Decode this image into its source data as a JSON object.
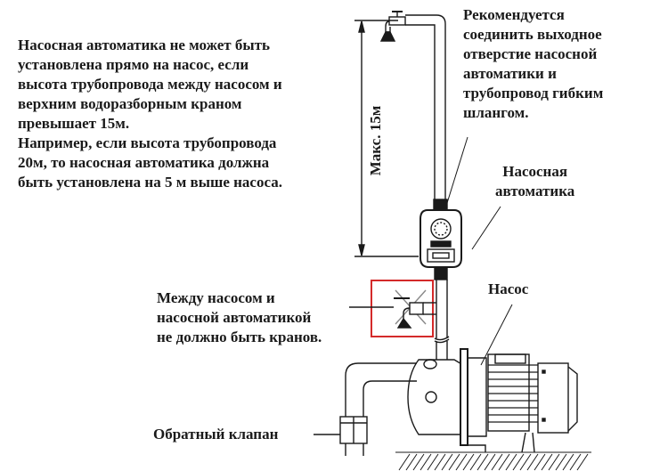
{
  "notes": {
    "main": [
      "Насосная автоматика не может быть",
      "установлена прямо на насос, если",
      "высота трубопровода между насосом и",
      "верхним водоразборным краном",
      "превышает 15м.",
      "Например, если высота трубопровода",
      "20м, то насосная автоматика должна",
      "быть установлена на 5 м выше насоса."
    ],
    "recommendation": [
      "Рекомендуется",
      "соединить выходное",
      "отверстие насосной",
      "автоматики и",
      "трубопровод гибким",
      "шлангом."
    ],
    "no_taps": [
      "Между насосом и",
      "насосной автоматикой",
      "не должно быть кранов."
    ]
  },
  "labels": {
    "controller": [
      "Насосная",
      "автоматика"
    ],
    "pump": "Насос",
    "check_valve": "Обратный клапан",
    "max_height": "Макс. 15м"
  },
  "colors": {
    "line": "#1a1a1a",
    "forbidden_box": "#d42a2a"
  },
  "icons": {
    "top_faucet": "faucet-icon",
    "forbidden_faucet": "crossed-faucet-icon",
    "gauge": "pressure-gauge-icon"
  }
}
